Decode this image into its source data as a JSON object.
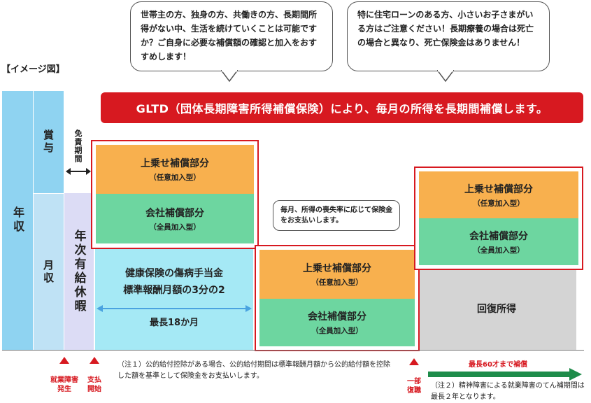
{
  "bubbles": {
    "left": "世帯主の方、独身の方、共働きの方、長期間所得がない中、生活を続けていくことは可能ですか？ご自身に必要な補償額の確認と加入をおすすめします！",
    "right": "特に住宅ローンのある方、小さいお子さまがいる方はご注意ください！長期療養の場合は死亡の場合と異なり、死亡保険金はありません！"
  },
  "image_label": "【イメージ図】",
  "banner": "GLTD（団体長期障害所得補償保険）により、毎月の所得を長期間補償します。",
  "left_axis": {
    "annual": "年収",
    "bonus": "賞与",
    "monthly": "月収",
    "exempt": "免責期間",
    "paid_leave": "年次有給休暇"
  },
  "block1": {
    "top_title": "上乗せ補償部分",
    "top_sub": "（任意加入型）",
    "bottom_title": "会社補償部分",
    "bottom_sub": "（全員加入型）"
  },
  "health": {
    "line1": "健康保険の傷病手当金",
    "line2": "標準報酬月額の3分の2",
    "period": "最長18か月"
  },
  "callout": "毎月、所得の喪失率に応じて保険金をお支払いします。",
  "block2": {
    "top_title": "上乗せ補償部分",
    "top_sub": "（任意加入型）",
    "bottom_title": "会社補償部分",
    "bottom_sub": "（全員加入型）"
  },
  "block3": {
    "top_title": "上乗せ補償部分",
    "top_sub": "（任意加入型）",
    "bottom_title": "会社補償部分",
    "bottom_sub": "（全員加入型）"
  },
  "recovery": "回復所得",
  "markers": {
    "disability": "就業障害\n発生",
    "payment": "支払\n開始",
    "partial": "一部\n復職"
  },
  "note1": "（注１）公的給付控除がある場合、公的給付期間は標準報酬月額から公的給付額を控除した額を基準として保険金をお支払いします。",
  "max_age": "最長60才まで補償",
  "note2": "（注２）精神障害による就業障害のてん補期間は最長２年となります。",
  "colors": {
    "accent_red": "#d71920",
    "orange": "#f8b04e",
    "green": "#6dd6a0",
    "light_blue": "#8fd3f1",
    "lavender": "#dcdcf5",
    "gray": "#d4d4d4",
    "arrow_green": "#1e8c4a"
  }
}
